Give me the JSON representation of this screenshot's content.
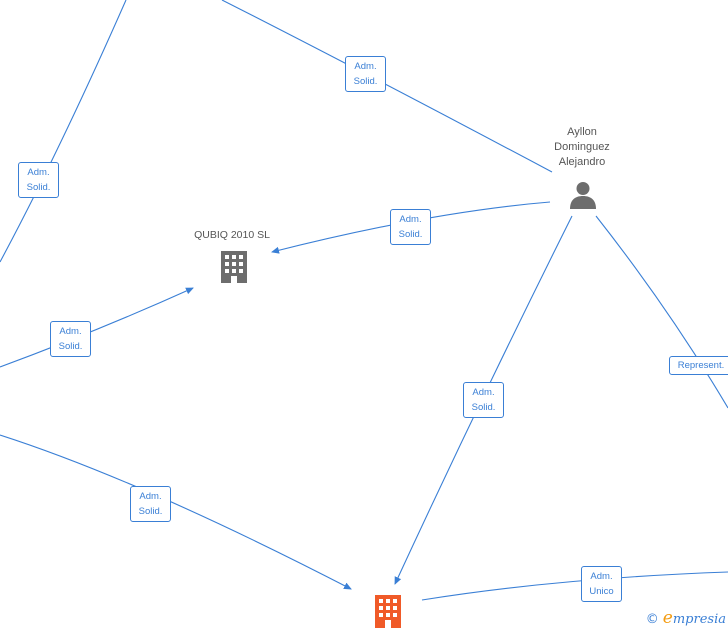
{
  "nodes": {
    "person": {
      "name_lines": [
        "Ayllon",
        "Dominguez",
        "Alejandro"
      ],
      "icon": "person-icon",
      "color": "#6d6d6d"
    },
    "company_qubiq": {
      "name": "QUBIQ 2010  SL",
      "icon": "building-icon",
      "color": "#6d6d6d"
    },
    "company_main": {
      "icon": "building-icon",
      "color": "#f05a28"
    }
  },
  "edge_labels": [
    {
      "id": "e1",
      "lines": [
        "Adm.",
        "Solid."
      ]
    },
    {
      "id": "e2",
      "lines": [
        "Adm.",
        "Solid."
      ]
    },
    {
      "id": "e3",
      "lines": [
        "Adm.",
        "Solid."
      ]
    },
    {
      "id": "e4",
      "lines": [
        "Adm.",
        "Solid."
      ]
    },
    {
      "id": "e5",
      "lines": [
        "Adm.",
        "Solid."
      ]
    },
    {
      "id": "e6",
      "lines": [
        "Adm.",
        "Solid."
      ]
    },
    {
      "id": "e7",
      "lines": [
        "Represent."
      ]
    },
    {
      "id": "e8",
      "lines": [
        "Adm.",
        "Unico"
      ]
    }
  ],
  "colors": {
    "edge": "#3a7fd5",
    "label_text": "#555555"
  },
  "watermark": {
    "copyright": "©",
    "initial": "e",
    "rest": "mpresia"
  }
}
